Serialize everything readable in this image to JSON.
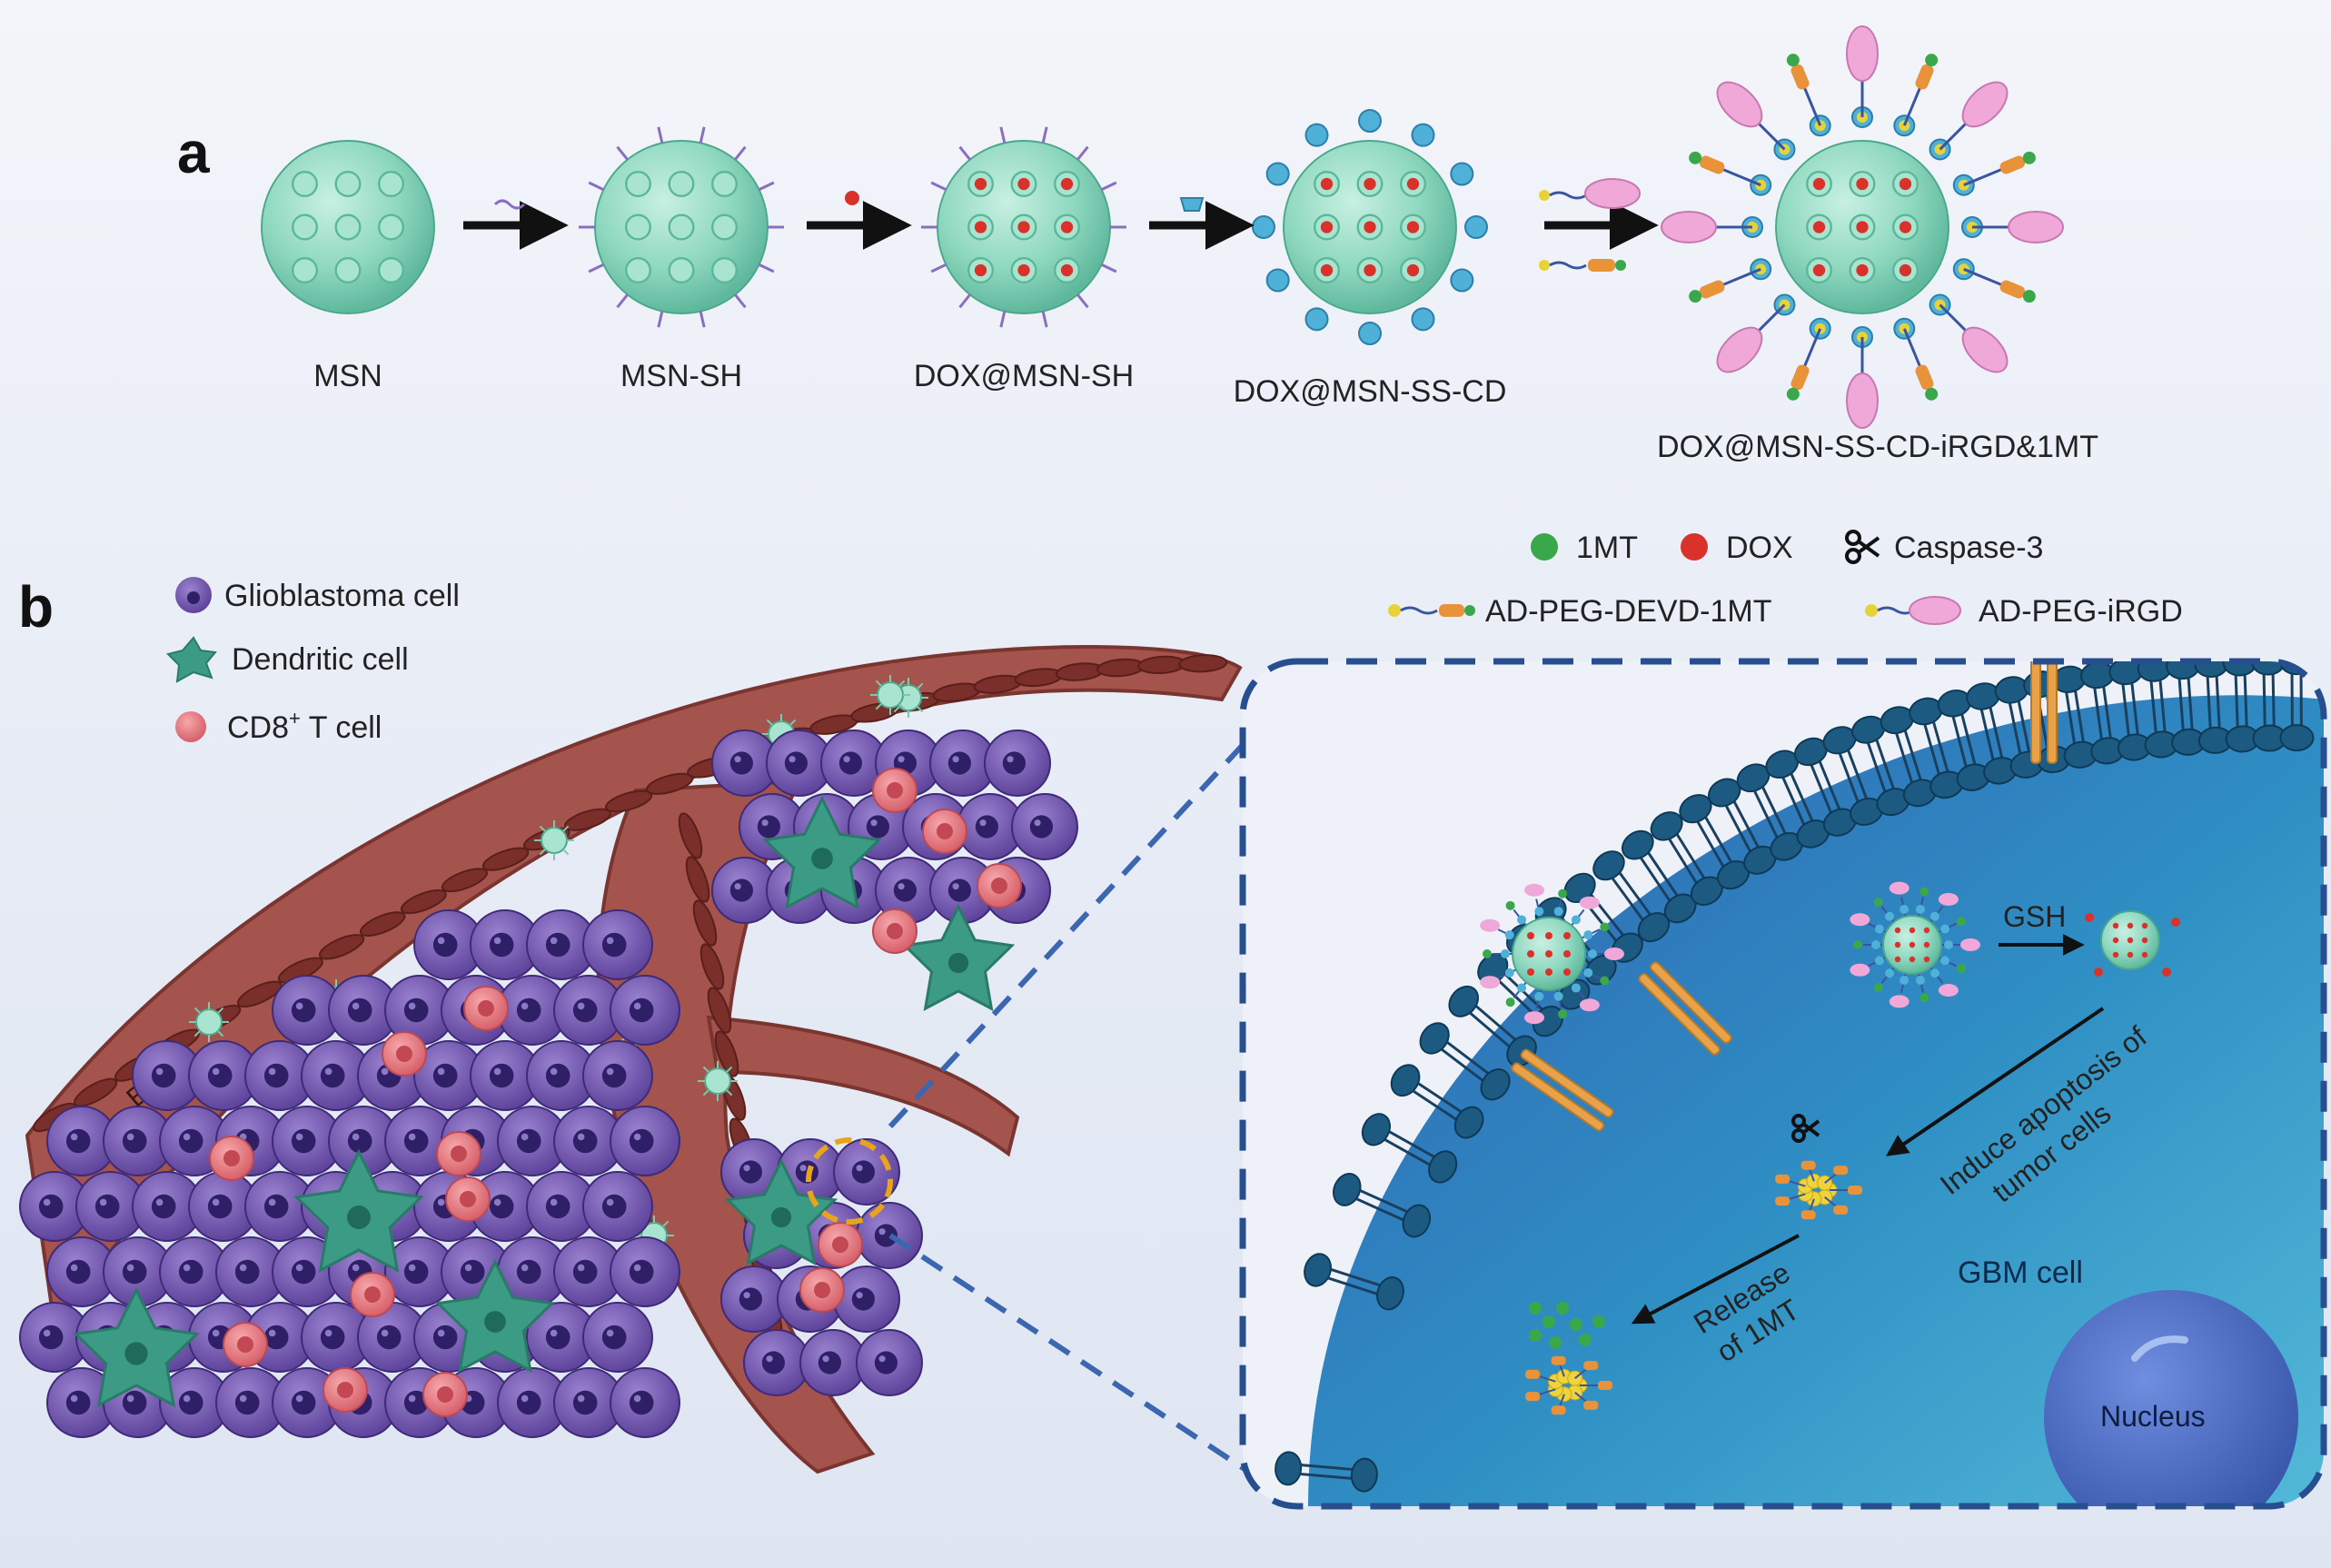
{
  "panels": {
    "a": "a",
    "b": "b"
  },
  "synthesis": {
    "steps": [
      "MSN",
      "MSN-SH",
      "DOX@MSN-SH",
      "DOX@MSN-SS-CD",
      "DOX@MSN-SS-CD-iRGD&1MT"
    ]
  },
  "legend_cells": {
    "glioblastoma": "Glioblastoma cell",
    "dendritic": "Dendritic cell",
    "cd8_prefix": "CD8",
    "cd8_sup": "+",
    "cd8_suffix": " T cell"
  },
  "legend_molecules": {
    "mt": "1MT",
    "dox": "DOX",
    "caspase": "Caspase-3",
    "ad_peg_devd": "AD-PEG-DEVD-1MT",
    "ad_peg_irgd": "AD-PEG-iRGD"
  },
  "tissue": {
    "bbb": "BBB"
  },
  "inset": {
    "gsh": "GSH",
    "apoptosis_line1": "Induce apoptosis of",
    "apoptosis_line2": "tumor cells",
    "release_line1": "Release",
    "release_line2": "of 1MT",
    "gbm_cell": "GBM cell",
    "nucleus": "Nucleus"
  },
  "colors": {
    "particle": "#8fd8c0",
    "dox": "#d8322b",
    "mt": "#3aa84a",
    "vessel": "#9b4a44",
    "tumor_cell": "#6b4fa6",
    "dendritic": "#3c9b85",
    "tcell": "#e4707a",
    "membrane": "#1d5a82",
    "dash": "#274f8f"
  }
}
